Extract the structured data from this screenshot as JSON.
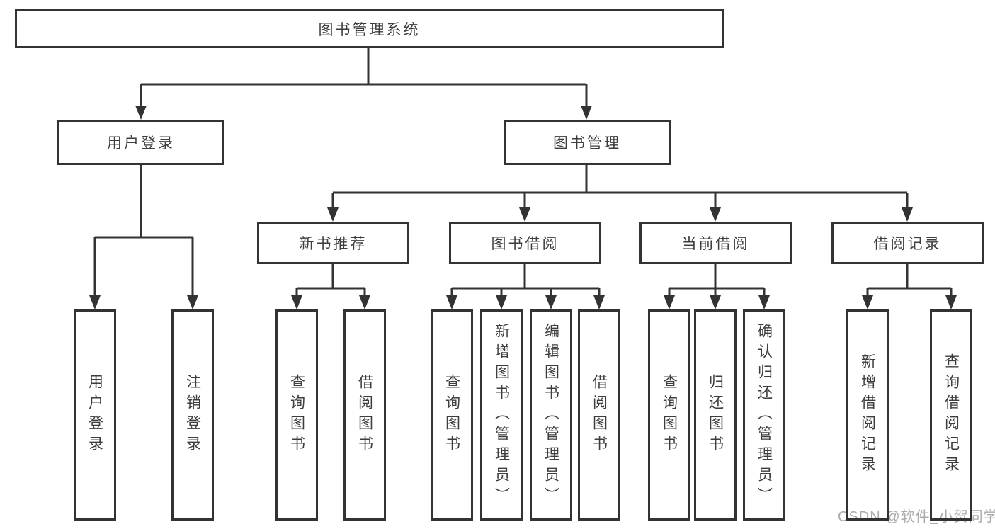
{
  "diagram": {
    "root": {
      "label": "图书管理系统"
    },
    "level2": [
      {
        "label": "用户登录"
      },
      {
        "label": "图书管理"
      }
    ],
    "level3": [
      {
        "label": "新书推荐"
      },
      {
        "label": "图书借阅"
      },
      {
        "label": "当前借阅"
      },
      {
        "label": "借阅记录"
      }
    ],
    "leaves": [
      {
        "label": "用户登录"
      },
      {
        "label": "注销登录"
      },
      {
        "label": "查询图书"
      },
      {
        "label": "借阅图书"
      },
      {
        "label": "查询图书"
      },
      {
        "label": "新增图书（管理员）"
      },
      {
        "label": "编辑图书（管理员）"
      },
      {
        "label": "借阅图书"
      },
      {
        "label": "查询图书"
      },
      {
        "label": "归还图书"
      },
      {
        "label": "确认归还（管理员）"
      },
      {
        "label": "新增借阅记录"
      },
      {
        "label": "查询借阅记录"
      }
    ]
  },
  "watermark": {
    "text": "CSDN @软件_小贺同学"
  },
  "colors": {
    "line": "#333333",
    "node_border": "#333333",
    "node_text": "#3d3d3d",
    "watermark_text": "#ababab",
    "background": "#ffffff"
  }
}
